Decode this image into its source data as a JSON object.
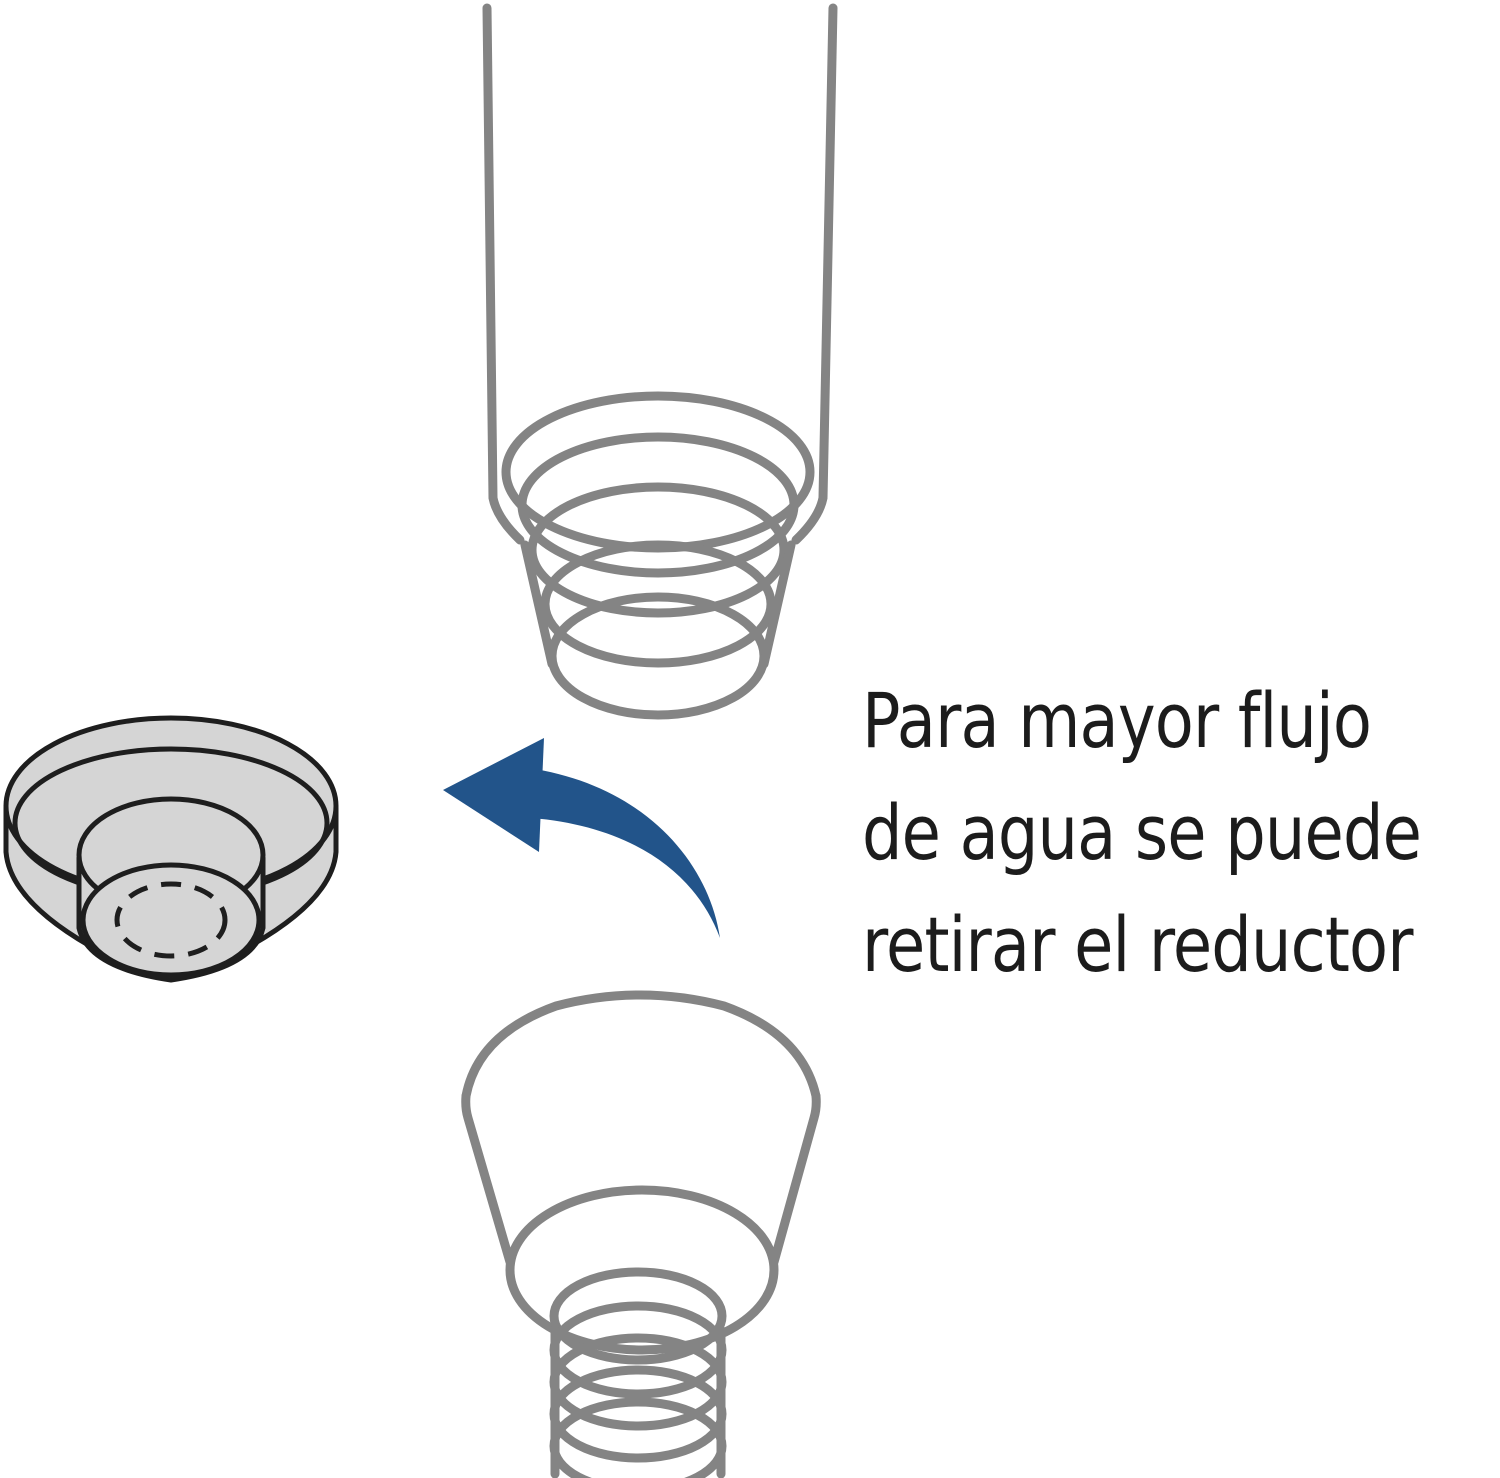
{
  "caption": {
    "line1": "Para mayor flujo",
    "line2": "de agua se puede",
    "line3": "retirar el reductor"
  },
  "colors": {
    "pipe_stroke": "#848484",
    "reducer_fill": "#d5d5d5",
    "reducer_stroke": "#1e1e1e",
    "arrow": "#22548a",
    "text": "#1c1c1c"
  },
  "icons": {
    "upper_part": "faucet-spout-icon",
    "lower_part": "shower-hose-icon",
    "removed_part": "flow-reducer-icon",
    "direction": "curved-arrow-icon"
  }
}
